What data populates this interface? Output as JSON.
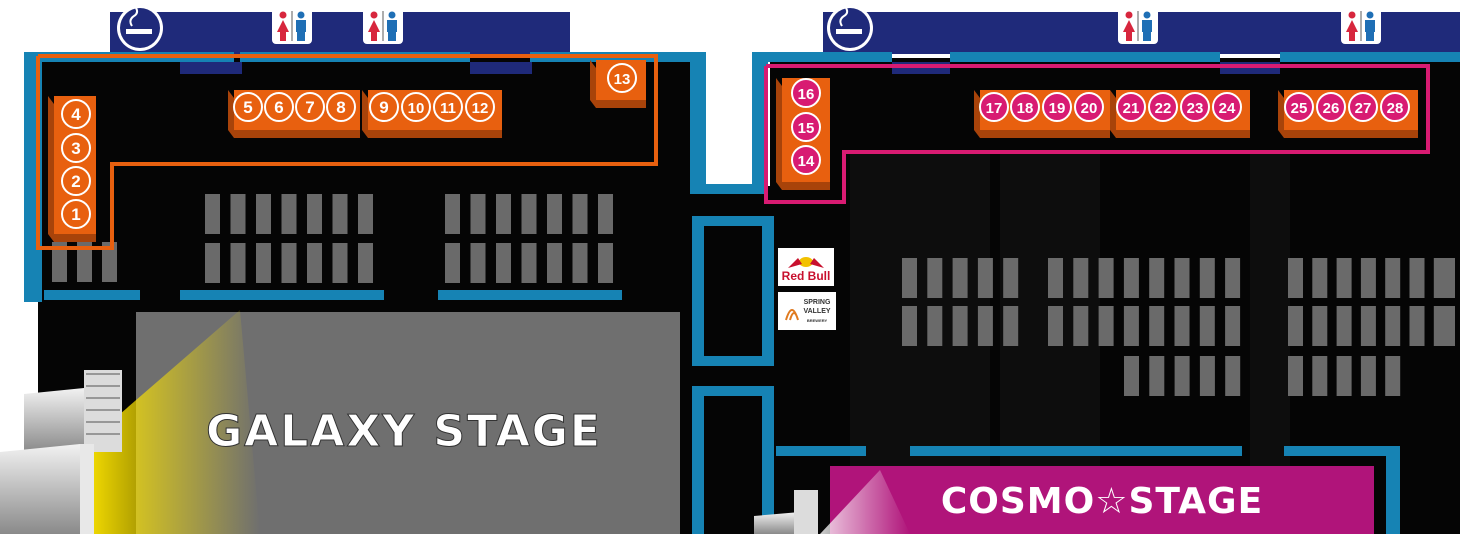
{
  "stages": {
    "galaxy": {
      "name": "GALAXY STAGE"
    },
    "cosmo": {
      "name": "COSMO☆STAGE"
    }
  },
  "colors": {
    "navy": "#1f2a7a",
    "blue_wall": "#1683b4",
    "orange": "#e8600f",
    "orange_dark": "#a8430a",
    "magenta": "#d81b72",
    "cosmo_stage": "#b0147a",
    "galaxy_stage": "#6f6f6f",
    "grid": "#6a6a6a",
    "floor": "#050505"
  },
  "facilities": [
    {
      "icon": "smoking-icon"
    },
    {
      "icon": "restroom-icon"
    },
    {
      "icon": "restroom-icon"
    },
    {
      "icon": "smoking-icon"
    },
    {
      "icon": "restroom-icon"
    },
    {
      "icon": "restroom-icon"
    }
  ],
  "sponsors": {
    "redbull": {
      "line1": "Red Bull"
    },
    "spring_valley": {
      "line1": "SPRING",
      "line2": "VALLEY",
      "line3": "BREWERY"
    }
  },
  "booths": {
    "galaxy": [
      "1",
      "2",
      "3",
      "4",
      "5",
      "6",
      "7",
      "8",
      "9",
      "10",
      "11",
      "12",
      "13"
    ],
    "cosmo": [
      "14",
      "15",
      "16",
      "17",
      "18",
      "19",
      "20",
      "21",
      "22",
      "23",
      "24",
      "25",
      "26",
      "27",
      "28"
    ]
  }
}
